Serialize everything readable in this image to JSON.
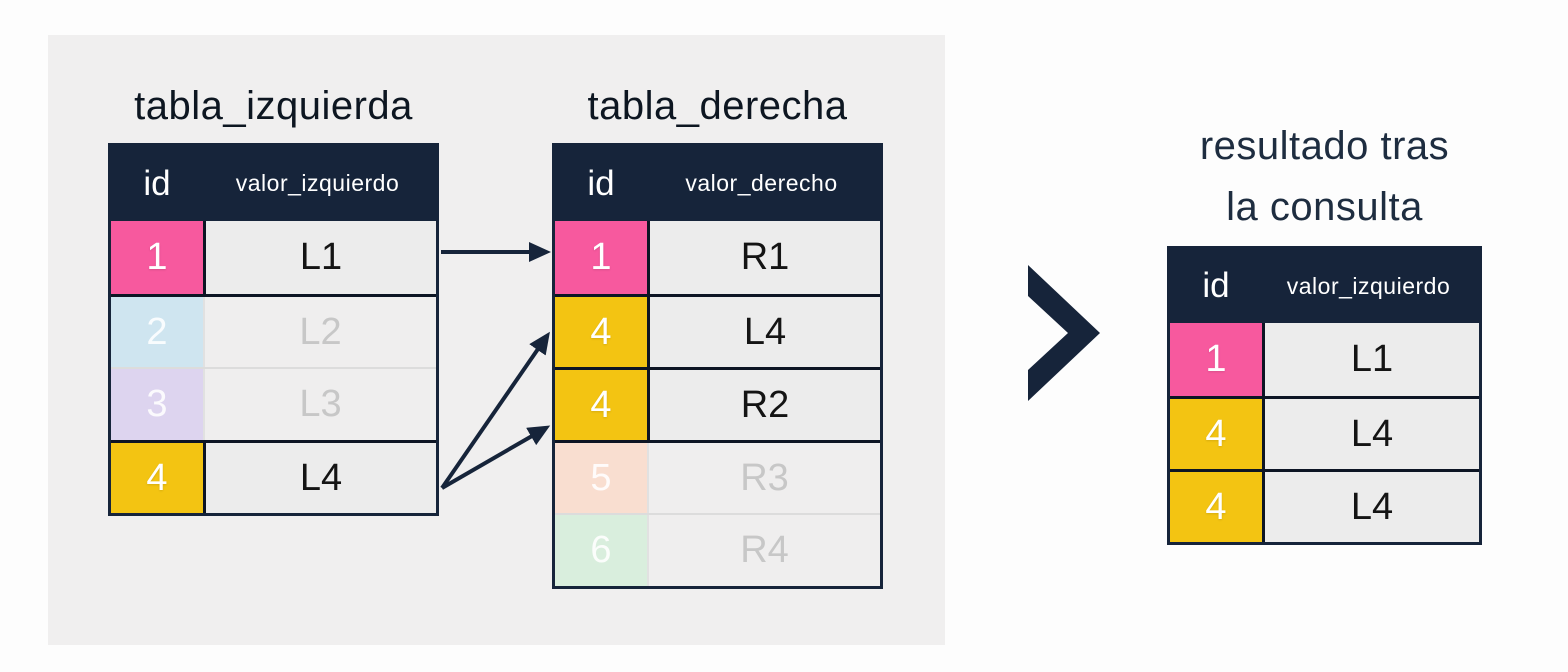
{
  "titles": {
    "left_table": "tabla_izquierda",
    "right_table": "tabla_derecha",
    "result_line1": "resultado tras",
    "result_line2": "la consulta"
  },
  "left_table": {
    "headers": [
      "id",
      "valor_izquierdo"
    ],
    "rows": [
      {
        "id": "1",
        "value": "L1",
        "id_color": "#f7599e",
        "matched": true
      },
      {
        "id": "2",
        "value": "L2",
        "id_color": "#cfe5f0",
        "matched": false
      },
      {
        "id": "3",
        "value": "L3",
        "id_color": "#ddd4ef",
        "matched": false
      },
      {
        "id": "4",
        "value": "L4",
        "id_color": "#f3c412",
        "matched": true
      }
    ]
  },
  "right_table": {
    "headers": [
      "id",
      "valor_derecho"
    ],
    "rows": [
      {
        "id": "1",
        "value": "R1",
        "id_color": "#f7599e",
        "matched": true
      },
      {
        "id": "4",
        "value": "L4",
        "id_color": "#f3c412",
        "matched": true
      },
      {
        "id": "4",
        "value": "R2",
        "id_color": "#f3c412",
        "matched": true
      },
      {
        "id": "5",
        "value": "R3",
        "id_color": "#f9ded0",
        "matched": false
      },
      {
        "id": "6",
        "value": "R4",
        "id_color": "#d9eedd",
        "matched": false
      }
    ]
  },
  "result_table": {
    "headers": [
      "id",
      "valor_izquierdo"
    ],
    "rows": [
      {
        "id": "1",
        "value": "L1",
        "id_color": "#f7599e"
      },
      {
        "id": "4",
        "value": "L4",
        "id_color": "#f3c412"
      },
      {
        "id": "4",
        "value": "L4",
        "id_color": "#f3c412"
      }
    ]
  },
  "icons": {
    "chevron": "chevron-right-icon",
    "join_arrows": "join-match-arrows"
  },
  "colors": {
    "header_navy": "#16243a",
    "separator_dark": "#0d1524",
    "match_pink": "#f7599e",
    "match_yellow": "#f3c412",
    "unmatched_blue": "#cfe5f0",
    "unmatched_purple": "#ddd4ef",
    "unmatched_peach": "#f9ded0",
    "unmatched_green": "#d9eedd",
    "arrow_navy": "#16243a",
    "panel_bg": "#f0efef",
    "cell_bg": "#ececec"
  }
}
